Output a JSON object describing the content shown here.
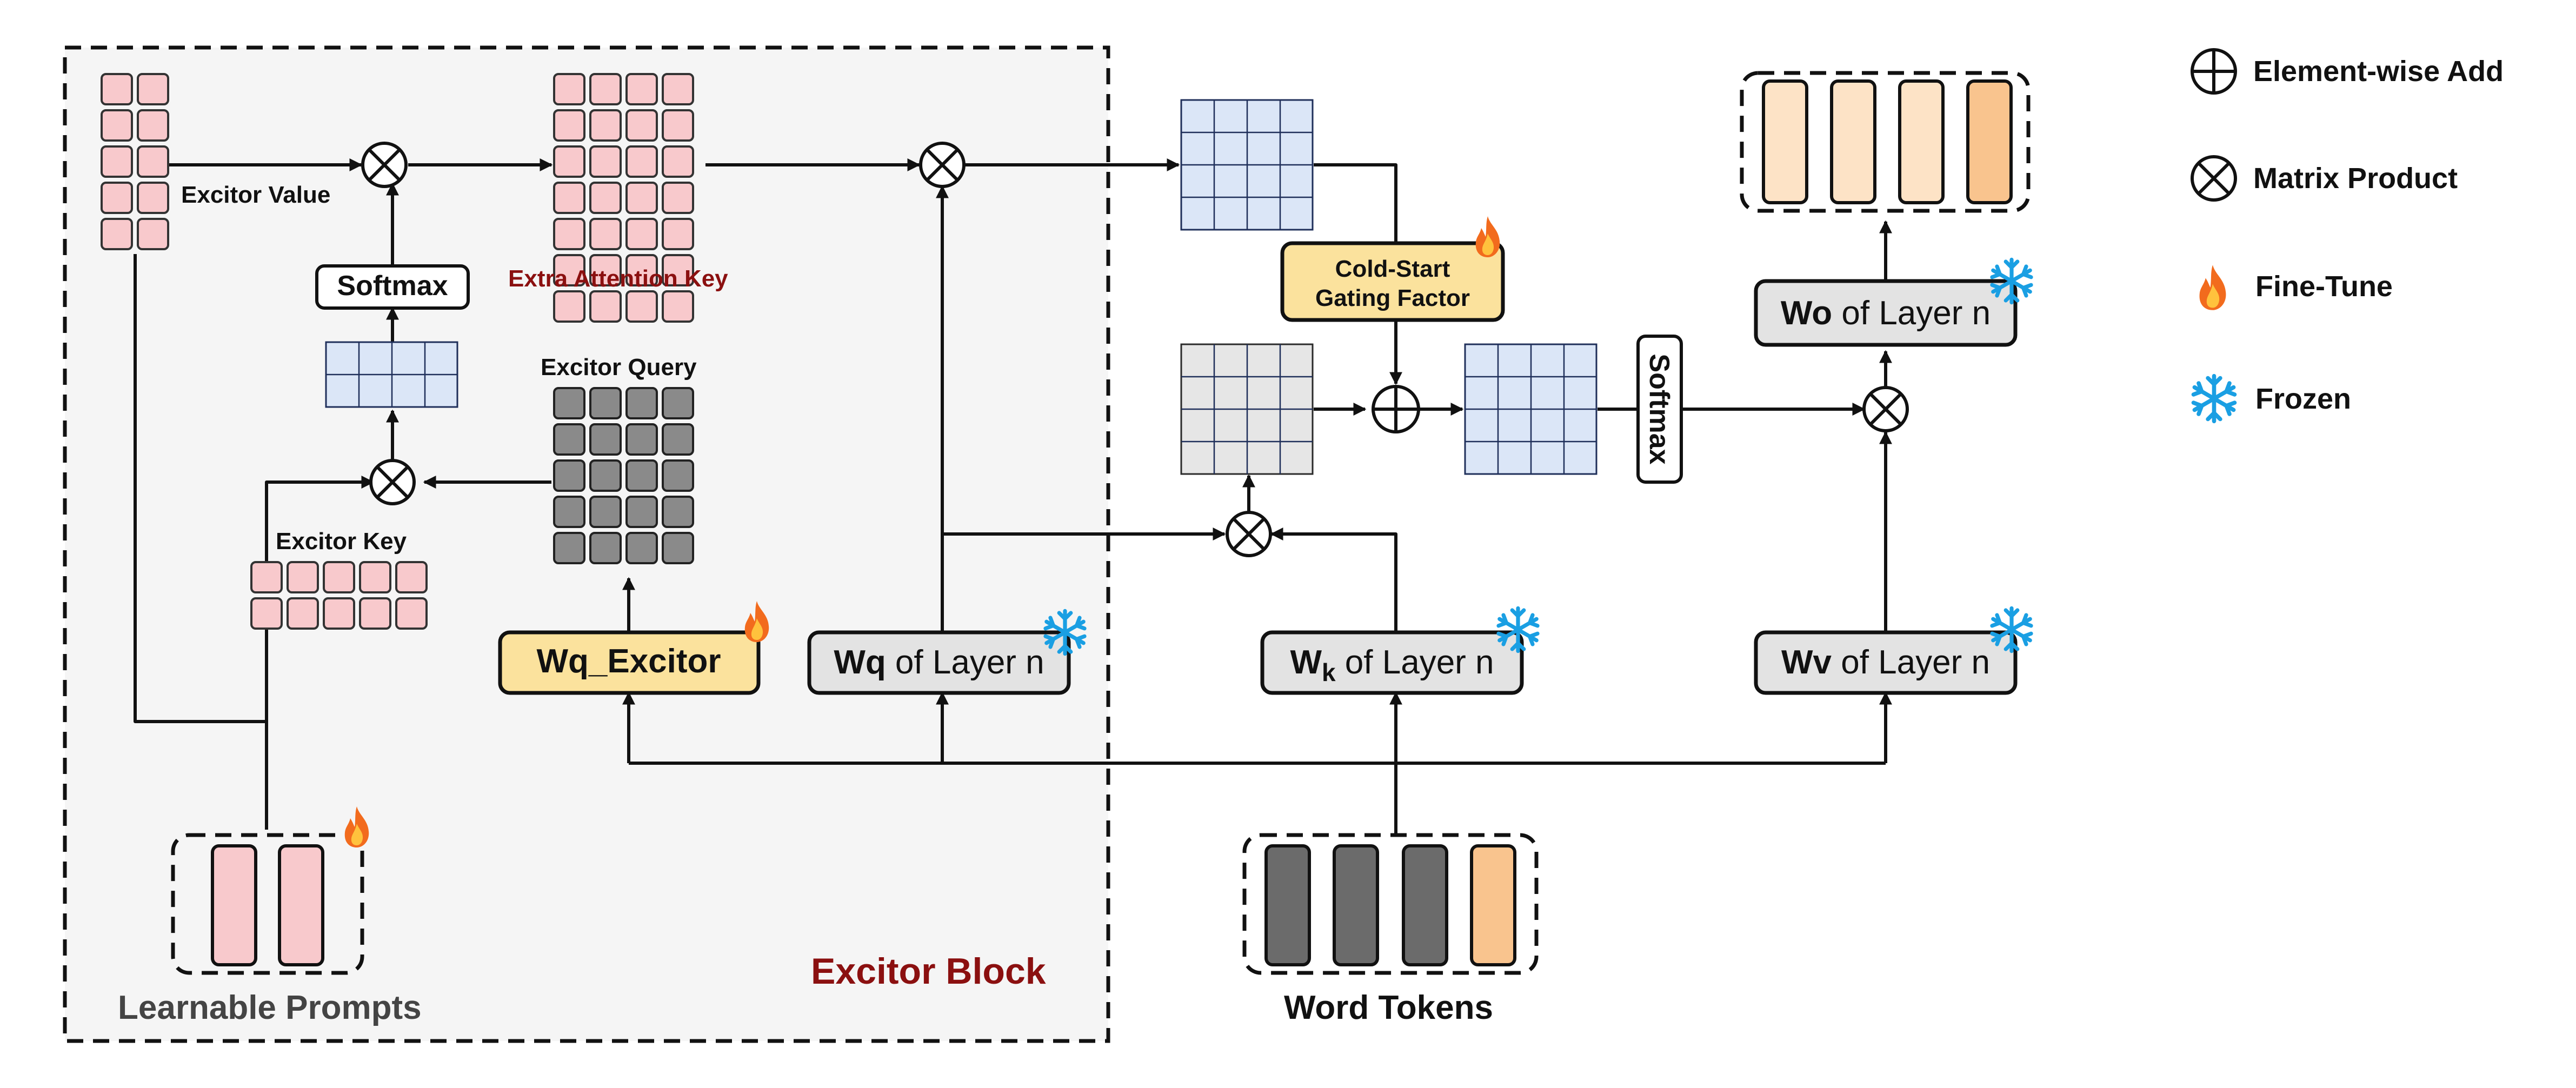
{
  "legend": {
    "add": "Element-wise Add",
    "product": "Matrix Product",
    "finetune": "Fine-Tune",
    "frozen": "Frozen"
  },
  "labels": {
    "excitor_value": "Excitor Value",
    "extra_attention_key": "Extra Attention Key",
    "softmax": "Softmax",
    "excitor_query": "Excitor Query",
    "excitor_key": "Excitor Key",
    "wq_excitor": "Wq_Excitor",
    "cold_start_line1": "Cold-Start",
    "cold_start_line2": "Gating Factor",
    "softmax_vertical": "Softmax",
    "excitor_block": "Excitor Block",
    "learnable_prompts": "Learnable Prompts",
    "word_tokens": "Word Tokens"
  },
  "weights": {
    "wq": {
      "bold": "Wq",
      "rest": " of Layer n"
    },
    "wk": {
      "bold": "W",
      "sub": "k",
      "rest": " of Layer n"
    },
    "wv": {
      "bold": "Wv",
      "rest": " of Layer n"
    },
    "wo": {
      "bold": "Wo",
      "rest": " of Layer n"
    }
  },
  "colors": {
    "pink": "#f8c9cc",
    "light_blue": "#dbe6f7",
    "dark_gray": "#8a8a8a",
    "light_gray": "#e6e6e6",
    "yellow": "#fbe29d",
    "peach": "#fde3c6",
    "peach_dark": "#f9c48e",
    "token_gray": "#6b6b6b",
    "block_bg": "#f5f5f5",
    "red_label": "#8b1010",
    "flame_outer": "#f26b1d",
    "flame_inner": "#ffc23d",
    "snow": "#1a9fe3"
  }
}
